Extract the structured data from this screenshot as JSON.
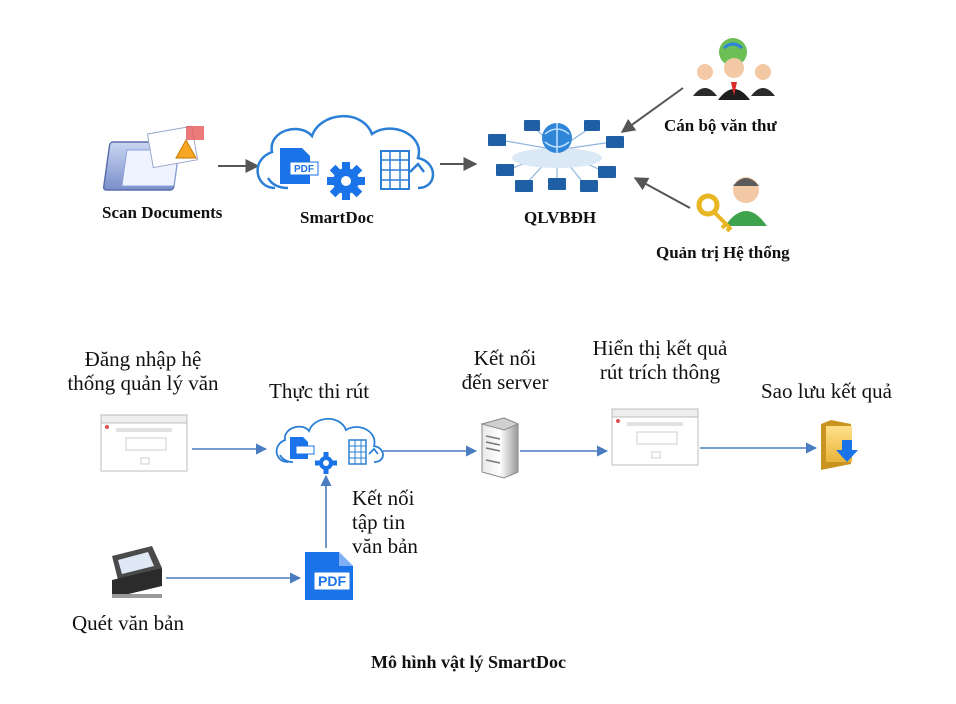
{
  "top": {
    "scan_label": "Scan Documents",
    "smartdoc_label": "SmartDoc",
    "pdf_badge": "PDF",
    "qlvbdh_label": "QLVBĐH",
    "clerk_label": "Cán bộ văn thư",
    "admin_label": "Quản trị Hệ thống"
  },
  "bottom": {
    "login_lines": [
      "Đăng nhập hệ",
      "thống quản lý văn"
    ],
    "extract_label": "Thực thi rút",
    "connect_server_lines": [
      "Kết nối",
      "đến server"
    ],
    "display_lines": [
      "Hiển thị kết quả",
      "rút trích thông"
    ],
    "save_label": "Sao lưu kết quả",
    "connect_file_lines": [
      "Kết nối",
      "tập tin",
      "văn bản"
    ],
    "scan_label": "Quét văn bản",
    "pdf_badge": "PDF"
  },
  "caption": "Mô hình vật lý SmartDoc",
  "colors": {
    "arrow_blue": "#4a7cc0",
    "arrow_gray": "#555555",
    "cloud_blue": "#2b7fd6",
    "pdf_blue": "#1a73e8",
    "folder_yellow": "#f2c24a"
  }
}
